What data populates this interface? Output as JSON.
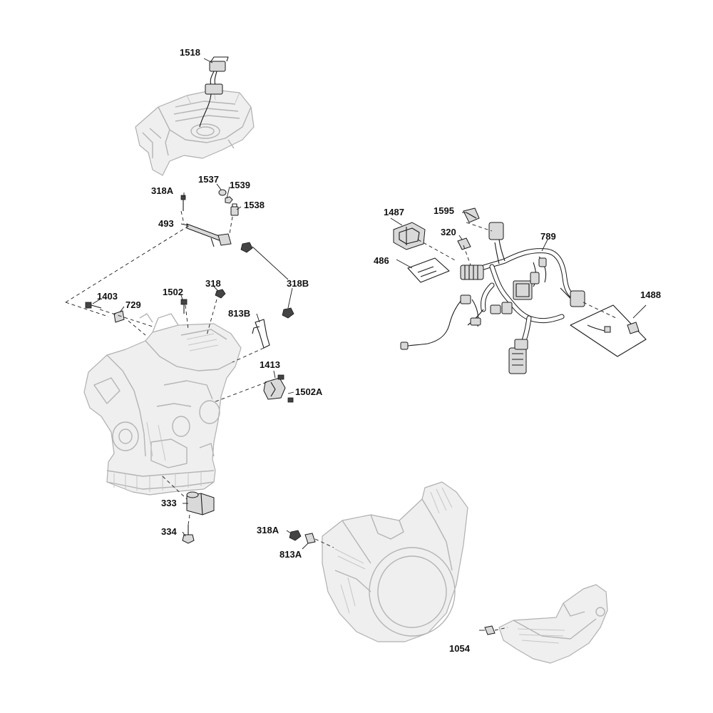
{
  "diagram": {
    "callouts": [
      {
        "id": "c1518",
        "text": "1518"
      },
      {
        "id": "c1537",
        "text": "1537"
      },
      {
        "id": "c1539",
        "text": "1539"
      },
      {
        "id": "c318A_top",
        "text": "318A"
      },
      {
        "id": "c1538",
        "text": "1538"
      },
      {
        "id": "c493",
        "text": "493"
      },
      {
        "id": "c1487",
        "text": "1487"
      },
      {
        "id": "c1595",
        "text": "1595"
      },
      {
        "id": "c320",
        "text": "320"
      },
      {
        "id": "c789",
        "text": "789"
      },
      {
        "id": "c486",
        "text": "486"
      },
      {
        "id": "c318B",
        "text": "318B"
      },
      {
        "id": "c1403",
        "text": "1403"
      },
      {
        "id": "c1502",
        "text": "1502"
      },
      {
        "id": "c318",
        "text": "318"
      },
      {
        "id": "c729",
        "text": "729"
      },
      {
        "id": "c813B",
        "text": "813B"
      },
      {
        "id": "c1488",
        "text": "1488"
      },
      {
        "id": "c1413",
        "text": "1413"
      },
      {
        "id": "c1502A",
        "text": "1502A"
      },
      {
        "id": "c333",
        "text": "333"
      },
      {
        "id": "c334",
        "text": "334"
      },
      {
        "id": "c318A_bottom",
        "text": "318A"
      },
      {
        "id": "c813A",
        "text": "813A"
      },
      {
        "id": "c1054",
        "text": "1054"
      }
    ]
  }
}
